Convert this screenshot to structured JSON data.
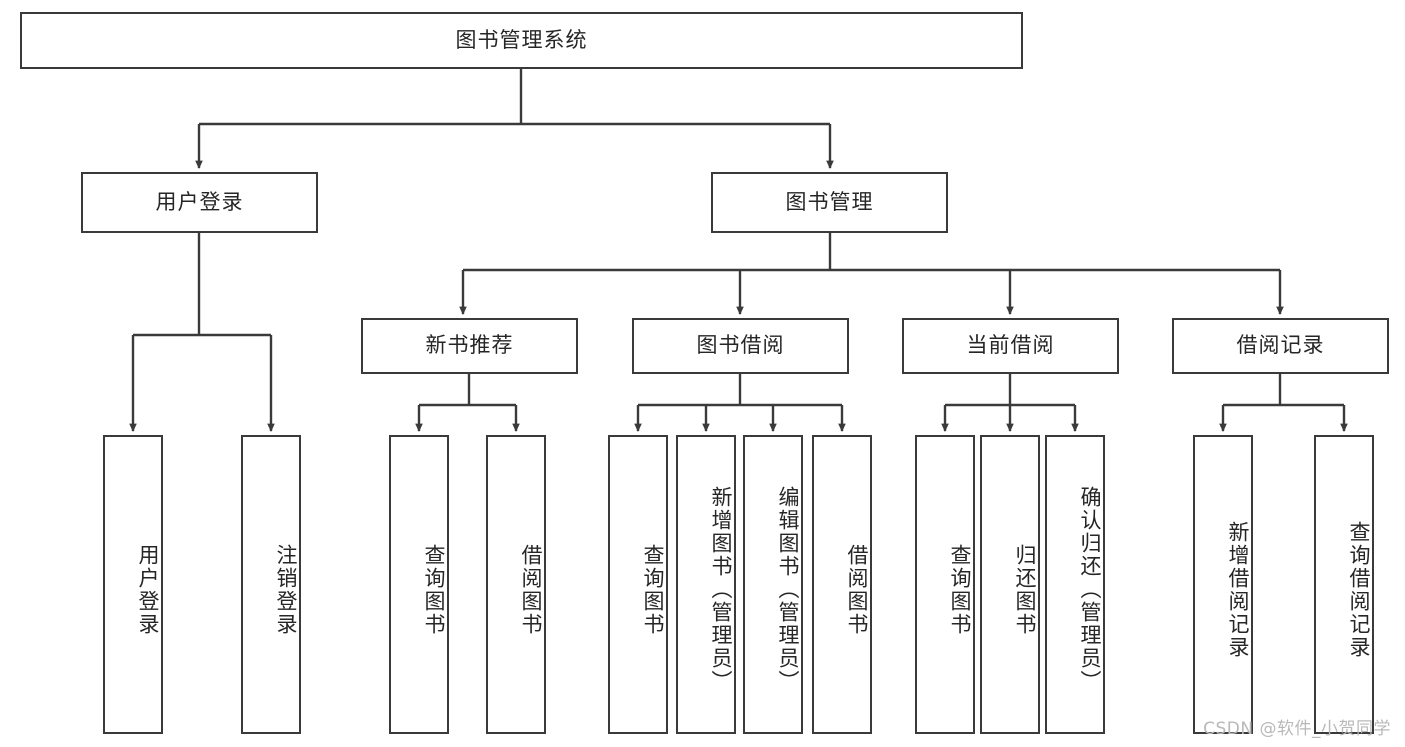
{
  "diagram": {
    "title_node": {
      "label": "图书管理系统"
    },
    "level1": [
      {
        "label": "用户登录"
      },
      {
        "label": "图书管理"
      }
    ],
    "level2": [
      {
        "label": "新书推荐"
      },
      {
        "label": "图书借阅"
      },
      {
        "label": "当前借阅"
      },
      {
        "label": "借阅记录"
      }
    ],
    "leaves": {
      "user_login": [
        {
          "label": "用户登录"
        },
        {
          "label": "注销登录"
        }
      ],
      "new_book": [
        {
          "label": "查询图书"
        },
        {
          "label": "借阅图书"
        }
      ],
      "book_borrow": [
        {
          "label": "查询图书"
        },
        {
          "label": "新增图书（管理员）"
        },
        {
          "label": "编辑图书（管理员）"
        },
        {
          "label": "借阅图书"
        }
      ],
      "current_borrow": [
        {
          "label": "查询图书"
        },
        {
          "label": "归还图书"
        },
        {
          "label": "确认归还（管理员）"
        }
      ],
      "borrow_record": [
        {
          "label": "新增借阅记录"
        },
        {
          "label": "查询借阅记录"
        }
      ]
    },
    "watermark": {
      "text": "CSDN @软件_小贺同学"
    },
    "colors": {
      "stroke": "#3a3a3a",
      "fill": "#ffffff",
      "text": "#262626",
      "watermark": "#b9b9b9"
    }
  }
}
